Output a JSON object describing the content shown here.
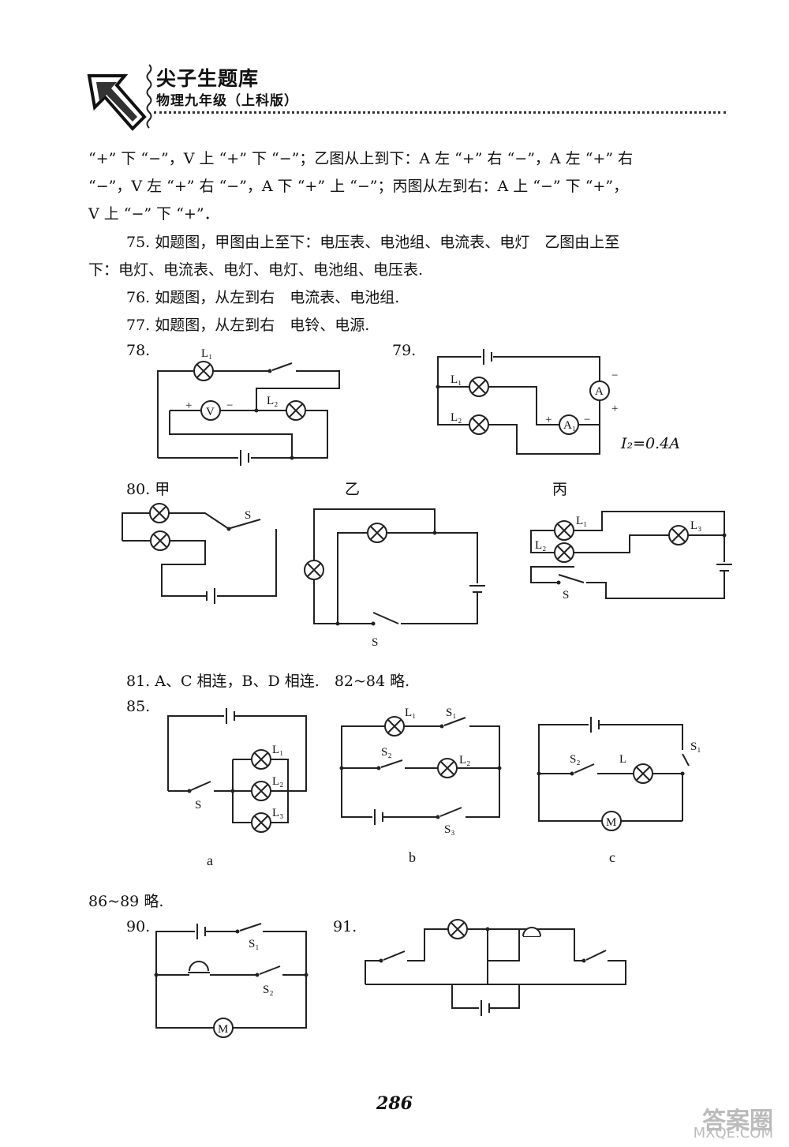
{
  "header": {
    "title": "尖子生题库",
    "subtitle": "物理九年级（上科版）"
  },
  "text_lines": [
    "“+” 下 “−”，V 上 “+” 下 “−”；乙图从上到下：A 左 “+” 右 “−”，A 左 “+” 右",
    "“−”，V 左 “+” 右 “−”，A 下 “+” 上 “−”；丙图从左到右：A 上 “−” 下 “+”，",
    "V 上 “−” 下 “+”．",
    "75. 如题图，甲图由上至下：电压表、电池组、电流表、电灯　乙图由上至",
    "下：电灯、电流表、电灯、电灯、电池组、电压表.",
    "76. 如题图，从左到右　电流表、电池组.",
    "77. 如题图，从左到右　电铃、电源."
  ],
  "answers": {
    "q78": "78.",
    "q79": "79.",
    "q79_current": "I₂=0.4A",
    "q80": "80. 甲",
    "yi": "乙",
    "bing": "丙",
    "q81": "81. A、C 相连，B、D 相连.　82~84 略.",
    "q85": "85.",
    "cap_a": "a",
    "cap_b": "b",
    "cap_c": "c",
    "q86": "86~89 略.",
    "q90": "90.",
    "q91": "91."
  },
  "labels": {
    "L": "L",
    "L1": "L₁",
    "L2": "L₂",
    "L3": "L₃",
    "S": "S",
    "S1": "S₁",
    "S2": "S₂",
    "S3": "S₃",
    "V": "V",
    "A": "A",
    "A1": "A₁",
    "M": "M",
    "plus": "+",
    "minus": "−"
  },
  "page_number": "286",
  "watermark": {
    "text": "答案圈",
    "url": "MXQE.COM"
  }
}
